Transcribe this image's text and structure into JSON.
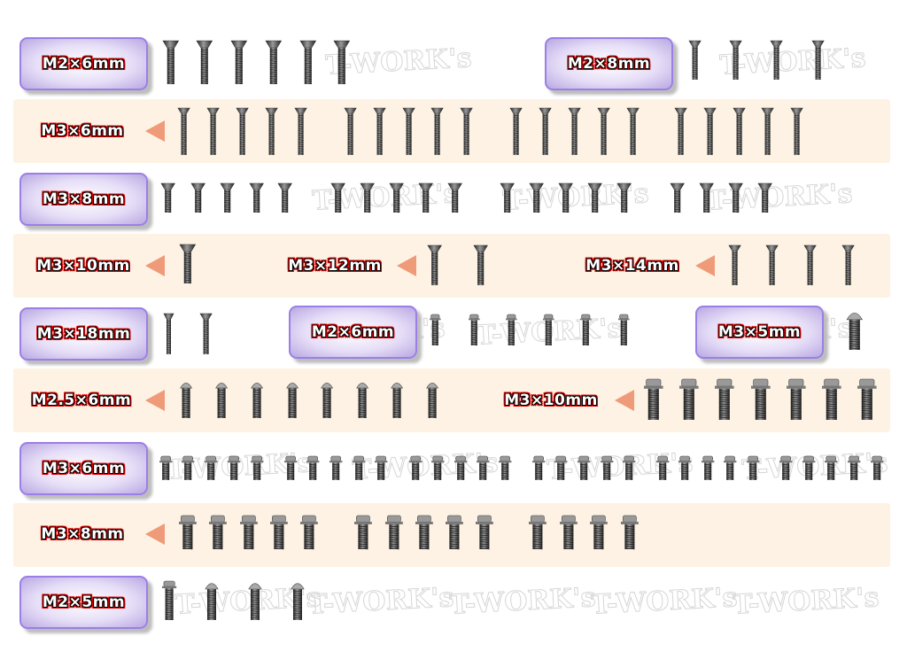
{
  "watermark": "T-WORK's",
  "rows": [
    {
      "labels": [
        "M2×6mm",
        "M2×8mm"
      ]
    },
    {
      "labels": [
        "M3×6mm"
      ]
    },
    {
      "labels": [
        "M3×8mm"
      ]
    },
    {
      "labels": [
        "M3×10mm",
        "M3×12mm",
        "M3×14mm"
      ]
    },
    {
      "labels": [
        "M3×18mm",
        "M2×6mm",
        "M3×5mm"
      ]
    },
    {
      "labels": [
        "M2.5×6mm",
        "M3×10mm"
      ]
    },
    {
      "labels": [
        "M3×6mm"
      ]
    },
    {
      "labels": [
        "M3×8mm"
      ]
    },
    {
      "labels": [
        "M2×5mm"
      ]
    }
  ],
  "colors": {
    "band": "#fdf2e3",
    "box_border": "#9b7fe6",
    "arrow": "#ef9a78",
    "label_outline": "#dd0000"
  }
}
